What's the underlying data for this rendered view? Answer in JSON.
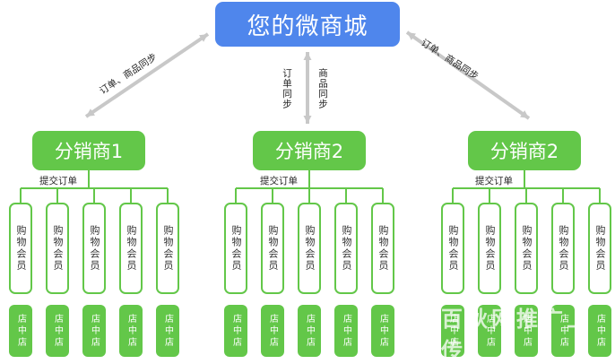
{
  "top": {
    "label": "您的微商城"
  },
  "arrow_labels": {
    "left": "订单、商品同步",
    "right": "订单、商品同步",
    "center_up": "订单同步",
    "center_down": "商品同步"
  },
  "groups": [
    {
      "distributor": "分销商1",
      "order_label": "提交订单",
      "members": [
        "购物会员",
        "购物会员",
        "购物会员",
        "购物会员",
        "购物会员"
      ],
      "stores": [
        "店中店",
        "店中店",
        "店中店",
        "店中店",
        "店中店"
      ]
    },
    {
      "distributor": "分销商2",
      "order_label": "提交订单",
      "members": [
        "购物会员",
        "购物会员",
        "购物会员",
        "购物会员",
        "购物会员"
      ],
      "stores": [
        "店中店",
        "店中店",
        "店中店",
        "店中店",
        "店中店"
      ]
    },
    {
      "distributor": "分销商2",
      "order_label": "提交订单",
      "members": [
        "购物会员",
        "购物会员",
        "购物会员",
        "购物会员",
        "购物会员"
      ],
      "stores": [
        "店中店",
        "店中店",
        "店中店",
        "店中店",
        "店中店"
      ]
    }
  ],
  "watermark": "百秋网推广上传",
  "colors": {
    "top": "#4f86ec",
    "distributor": "#63c749",
    "arrow": "#c8c8c8"
  }
}
